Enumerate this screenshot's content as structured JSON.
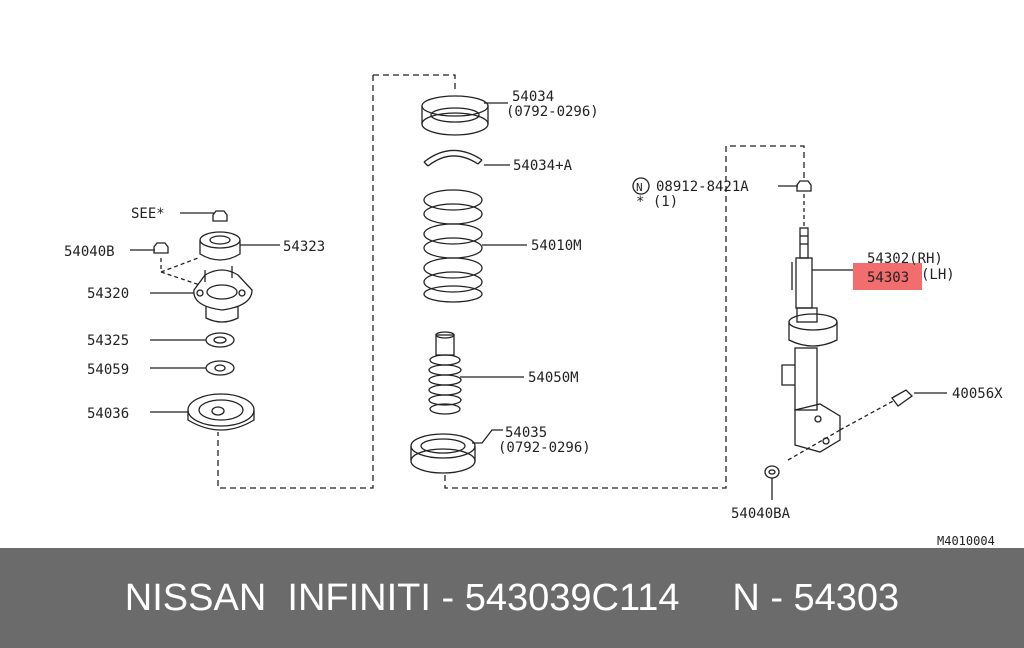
{
  "labels": {
    "p54034": "54034",
    "p54034_range": "(0792-0296)",
    "p54034a": "54034+A",
    "p54010m": "54010M",
    "p54050m": "54050M",
    "p54035": "54035",
    "p54035_range": "(0792-0296)",
    "see": "SEE*",
    "p54040b": "54040B",
    "p54323": "54323",
    "p54320": "54320",
    "p54325": "54325",
    "p54059": "54059",
    "p54036": "54036",
    "n_symbol": "N",
    "bolt": "08912-8421A",
    "bolt_qty": "* (1)",
    "p54302": "54302(RH)",
    "p54303": "54303",
    "p54303_side": "(LH)",
    "p40056x": "40056X",
    "p54040ba": "54040BA",
    "diagram_code": "M4010004"
  },
  "footer": {
    "text": "NISSAN  INFINITI - 543039C114     N - 54303"
  },
  "colors": {
    "highlight": "#f26d6d",
    "footer_bg": "#6b6b6b"
  }
}
